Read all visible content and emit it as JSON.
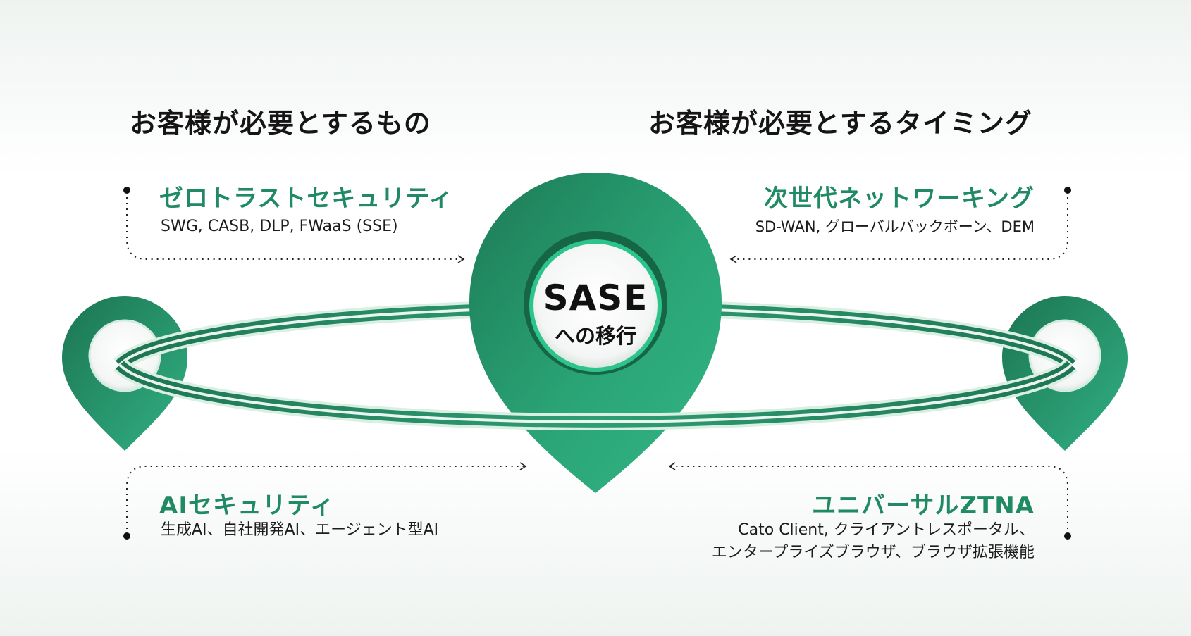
{
  "headings": {
    "left": "お客様が必要とするもの",
    "right": "お客様が必要とするタイミング"
  },
  "center": {
    "main": "SASE",
    "sub": "への移行"
  },
  "blocks": {
    "top_left": {
      "title": "ゼロトラストセキュリティ",
      "subtitle": "SWG, CASB, DLP, FWaaS (SSE)"
    },
    "top_right": {
      "title": "次世代ネットワーキング",
      "subtitle": "SD-WAN, グローバルバックボーン、DEM"
    },
    "bottom_left": {
      "title": "AIセキュリティ",
      "subtitle": "生成AI、自社開発AI、エージェント型AI"
    },
    "bottom_right": {
      "title": "ユニバーサルZTNA",
      "subtitle_line1": "Cato Client, クライアントレスポータル、",
      "subtitle_line2": "エンタープライズブラウザ、ブラウザ拡張機能"
    }
  },
  "colors": {
    "accent_green": "#1f8a63",
    "pin_dark": "#1a6b4c",
    "pin_light": "#34b486",
    "text_dark": "#151515"
  },
  "icons": [
    "map-pin-icon",
    "orbit-ring-icon",
    "dotted-arrow-icon"
  ]
}
